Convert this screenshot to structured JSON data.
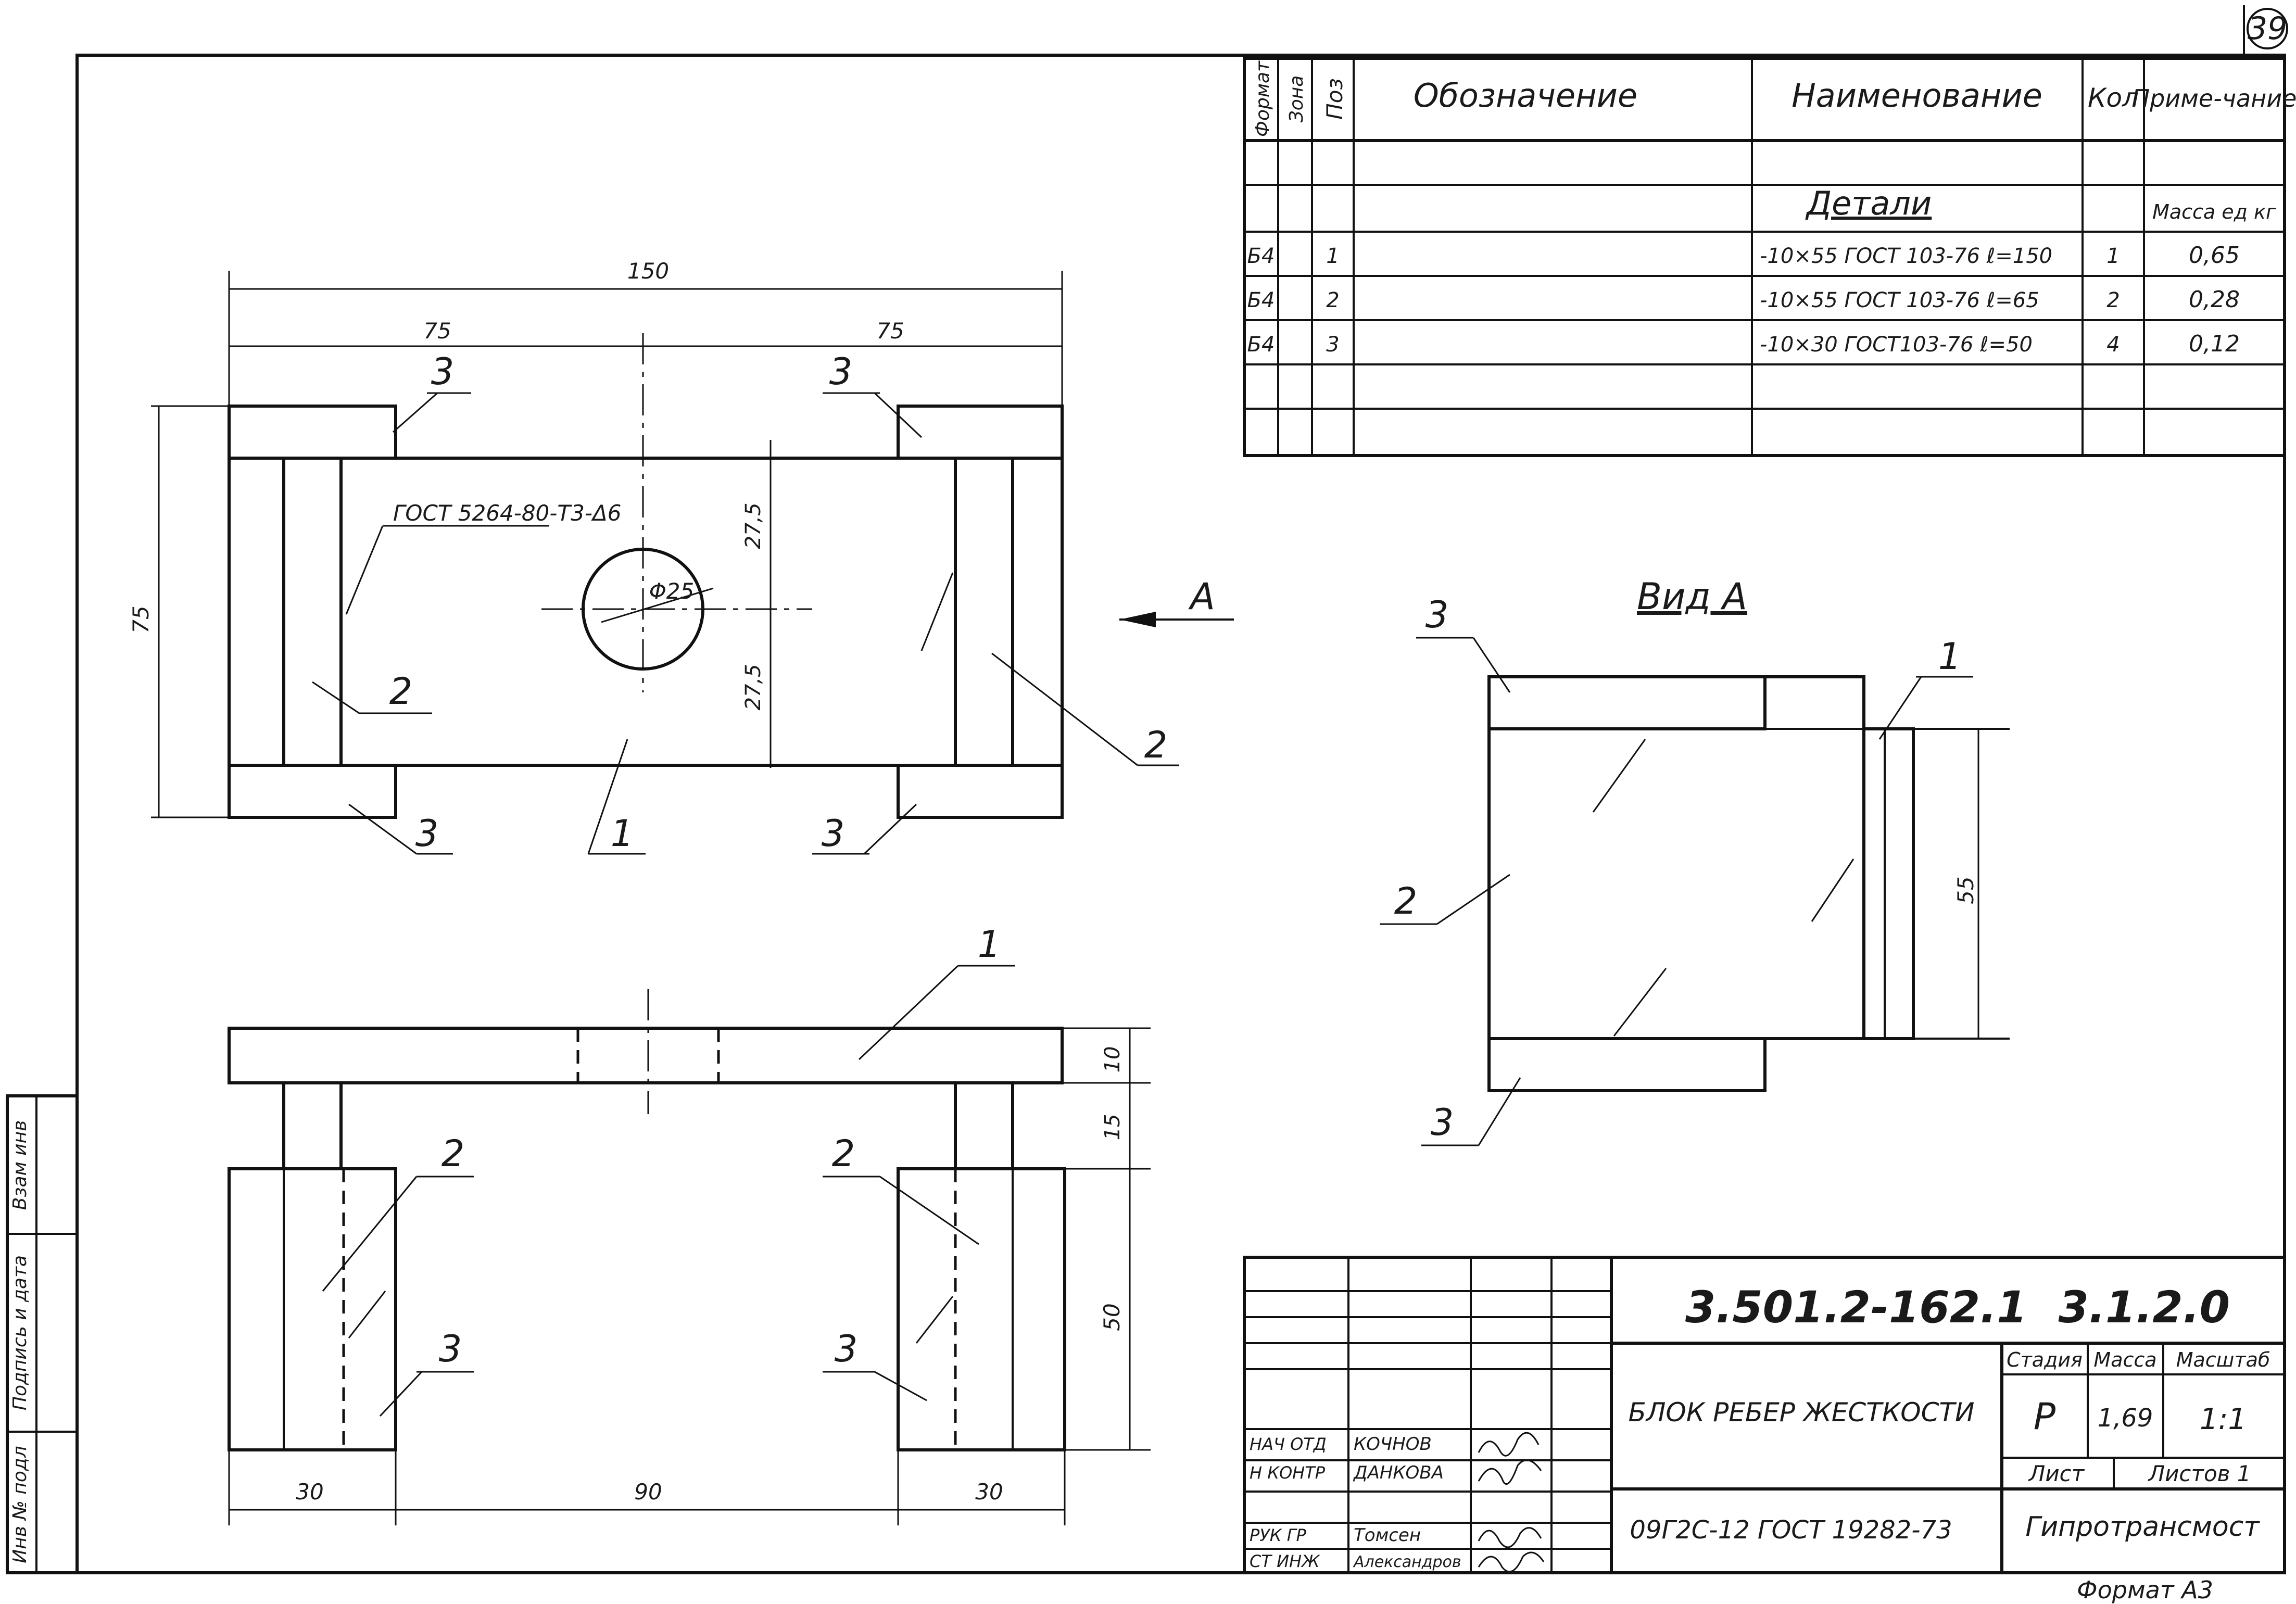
{
  "sheet": {
    "number": "39",
    "format_label": "Формат А3"
  },
  "spec_table": {
    "headers": [
      "Формат",
      "Зона",
      "Поз",
      "Обозначение",
      "Наименование",
      "Кол",
      "Приме-чание"
    ],
    "section_title": "Детали",
    "mass_note": "Масса ед кг",
    "rows": [
      {
        "format": "Б4",
        "pos": "1",
        "name": "-10×55 ГОСТ 103-76 ℓ=150",
        "qty": "1",
        "note": "0,65"
      },
      {
        "format": "Б4",
        "pos": "2",
        "name": "-10×55 ГОСТ 103-76 ℓ=65",
        "qty": "2",
        "note": "0,28"
      },
      {
        "format": "Б4",
        "pos": "3",
        "name": "-10×30 ГОСТ103-76 ℓ=50",
        "qty": "4",
        "note": "0,12"
      }
    ]
  },
  "drawing": {
    "view_arrow_label": "А",
    "view_a_title": "Вид А",
    "weld_note": "ГОСТ 5264-80-Т3-Δ6",
    "hole_label": "Φ25",
    "dims": {
      "overall_length": "150",
      "half_left": "75",
      "half_right": "75",
      "height": "75",
      "upper_half": "27,5",
      "lower_half": "27,5",
      "view_a_width": "55",
      "plate_thk": "10",
      "gap": "15",
      "rib_height": "50",
      "bottom_left": "30",
      "bottom_mid": "90",
      "bottom_right": "30"
    },
    "callouts": {
      "p1": "1",
      "p2": "2",
      "p3": "3"
    }
  },
  "title_block": {
    "doc_number": "3.501.2-162.1",
    "sheet_code": "3.1.2.0",
    "title": "БЛОК РЕБЕР ЖЕСТКОСТИ",
    "material": "09Г2С-12 ГОСТ 19282-73",
    "org": "Гипротрансмост",
    "stage_label": "Стадия",
    "mass_label": "Масса",
    "scale_label": "Масштаб",
    "stage": "Р",
    "mass": "1,69",
    "scale": "1:1",
    "sheet_label": "Лист",
    "sheets_label": "Листов 1",
    "people": [
      {
        "role": "НАЧ ОТД",
        "name": "КОЧНОВ"
      },
      {
        "role": "Н КОНТР",
        "name": "ДАНКОВА"
      },
      {
        "role": "РУК ГР",
        "name": "Томсен"
      },
      {
        "role": "СТ ИНЖ",
        "name": "Александров"
      }
    ]
  },
  "side_stamp": {
    "labels": [
      "Инв № подл",
      "Подпись и дата",
      "Взам инв"
    ]
  }
}
